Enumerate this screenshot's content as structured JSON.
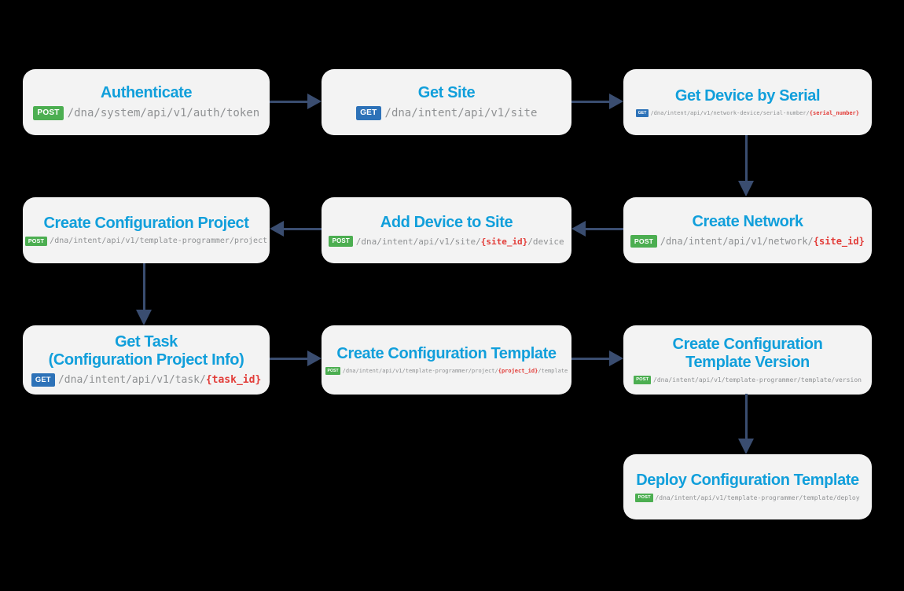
{
  "diagram": {
    "background": "#000000",
    "node_background": "#f3f3f3",
    "title_color": "#119fdb",
    "path_color": "#8f9193",
    "param_color": "#e23c38",
    "arrow_color": "#3a4d70",
    "method_colors": {
      "POST": "#4cae51",
      "GET": "#2d72b8"
    }
  },
  "boxes": [
    {
      "id": "authenticate",
      "title_lines": [
        "Authenticate"
      ],
      "method": "POST",
      "path": [
        {
          "t": "/dna/system/api/v1/auth/token",
          "param": false
        }
      ]
    },
    {
      "id": "get-site",
      "title_lines": [
        "Get Site"
      ],
      "method": "GET",
      "path": [
        {
          "t": "/dna/intent/api/v1/site",
          "param": false
        }
      ]
    },
    {
      "id": "get-device-by-serial",
      "title_lines": [
        "Get Device by Serial"
      ],
      "method": "GET",
      "path": [
        {
          "t": "/dna/intent/api/v1/network-device/serial-number/",
          "param": false
        },
        {
          "t": "{serial_number}",
          "param": true
        }
      ]
    },
    {
      "id": "create-network",
      "title_lines": [
        "Create Network"
      ],
      "method": "POST",
      "path": [
        {
          "t": "/dna/intent/api/v1/network/",
          "param": false
        },
        {
          "t": "{site_id}",
          "param": true
        }
      ]
    },
    {
      "id": "add-device-to-site",
      "title_lines": [
        "Add Device to Site"
      ],
      "method": "POST",
      "path": [
        {
          "t": "/dna/intent/api/v1/site/",
          "param": false
        },
        {
          "t": "{site_id}",
          "param": true
        },
        {
          "t": "/device",
          "param": false
        }
      ]
    },
    {
      "id": "create-configuration-project",
      "title_lines": [
        "Create Configuration Project"
      ],
      "method": "POST",
      "path": [
        {
          "t": "/dna/intent/api/v1/template-programmer/project",
          "param": false
        }
      ]
    },
    {
      "id": "get-task",
      "title_lines": [
        "Get Task",
        "(Configuration Project Info)"
      ],
      "method": "GET",
      "path": [
        {
          "t": "/dna/intent/api/v1/task/",
          "param": false
        },
        {
          "t": "{task_id}",
          "param": true
        }
      ]
    },
    {
      "id": "create-configuration-template",
      "title_lines": [
        "Create Configuration Template"
      ],
      "method": "POST",
      "path": [
        {
          "t": "/dna/intent/api/v1/template-programmer/project/",
          "param": false
        },
        {
          "t": "{project_id}",
          "param": true
        },
        {
          "t": "/template",
          "param": false
        }
      ]
    },
    {
      "id": "create-configuration-template-version",
      "title_lines": [
        "Create Configuration",
        "Template Version"
      ],
      "method": "POST",
      "path": [
        {
          "t": "/dna/intent/api/v1/template-programmer/template/version",
          "param": false
        }
      ]
    },
    {
      "id": "deploy-configuration-template",
      "title_lines": [
        "Deploy Configuration Template"
      ],
      "method": "POST",
      "path": [
        {
          "t": "/dna/intent/api/v1/template-programmer/template/deploy",
          "param": false
        }
      ]
    }
  ],
  "flow": [
    {
      "from": "authenticate",
      "to": "get-site"
    },
    {
      "from": "get-site",
      "to": "get-device-by-serial"
    },
    {
      "from": "get-device-by-serial",
      "to": "create-network"
    },
    {
      "from": "create-network",
      "to": "add-device-to-site"
    },
    {
      "from": "add-device-to-site",
      "to": "create-configuration-project"
    },
    {
      "from": "create-configuration-project",
      "to": "get-task"
    },
    {
      "from": "get-task",
      "to": "create-configuration-template"
    },
    {
      "from": "create-configuration-template",
      "to": "create-configuration-template-version"
    },
    {
      "from": "create-configuration-template-version",
      "to": "deploy-configuration-template"
    }
  ]
}
